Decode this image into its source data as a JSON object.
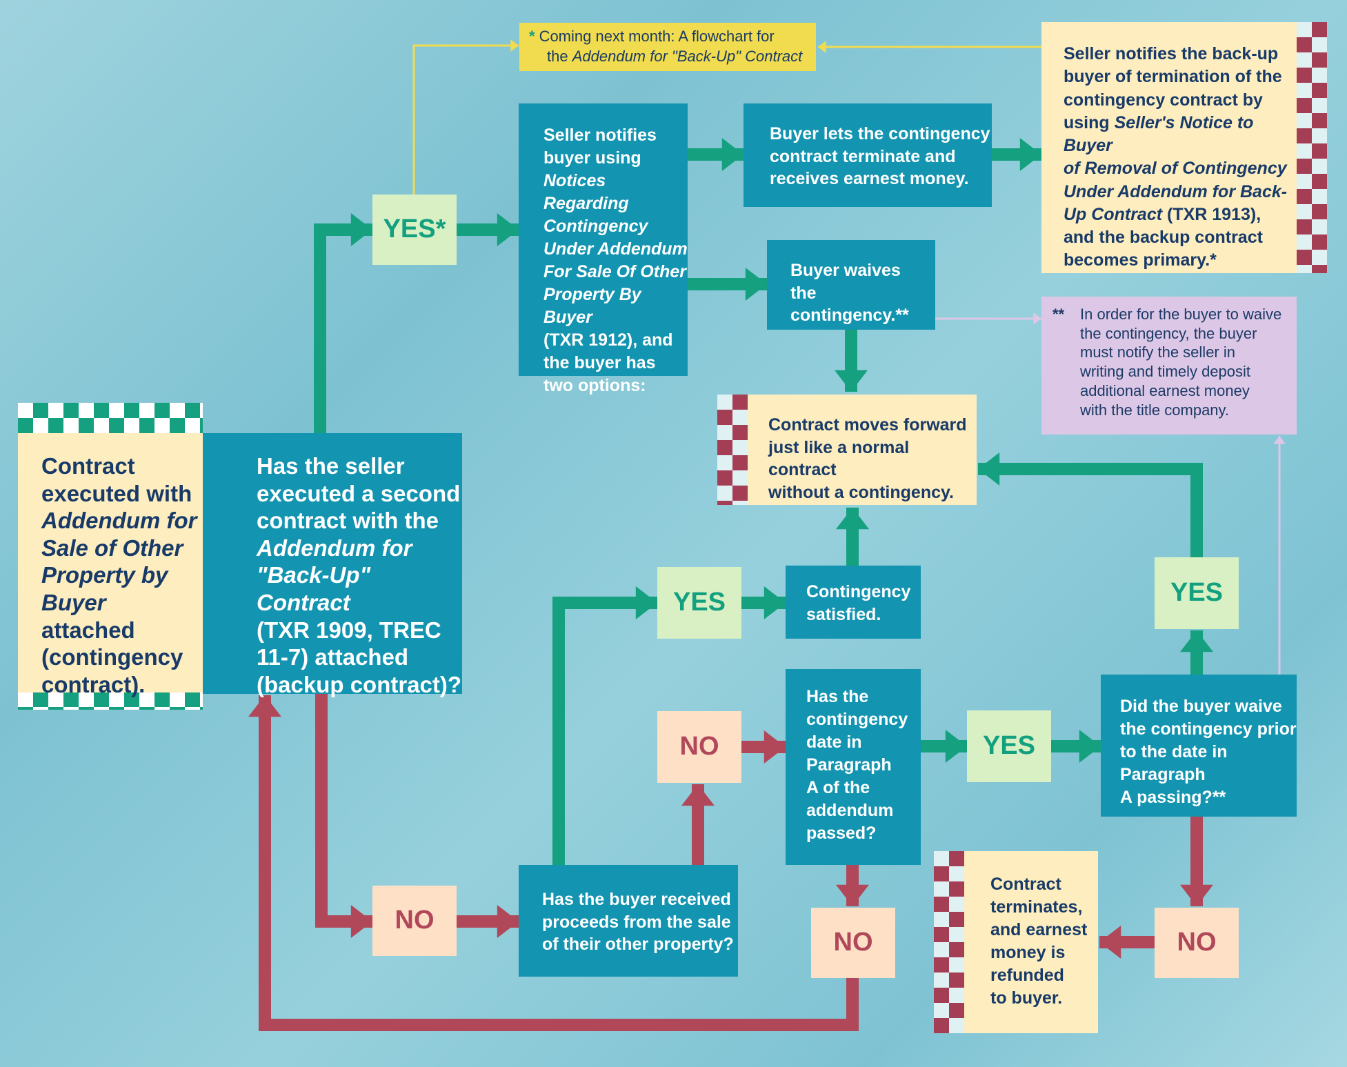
{
  "note_top": {
    "marker": "*",
    "text_a": "Coming next month: A flowchart for",
    "text_b": "the",
    "text_b_italic": "Addendum for \"Back-Up\" Contract"
  },
  "note_waive": {
    "marker": "**",
    "lines": [
      "In order for the buyer to waive",
      "the contingency, the buyer",
      "must notify the seller in",
      "writing and timely deposit",
      "additional earnest money",
      "with the title company."
    ]
  },
  "start_box": {
    "a": "Contract",
    "b": "executed with",
    "c_italic": "Addendum for",
    "d_italic": "Sale of Other",
    "e_italic": "Property by",
    "f_italic": "Buyer",
    "f": " attached",
    "g": "(contingency",
    "h": "contract)."
  },
  "q_second_contract": {
    "a": "Has the seller",
    "b": "executed a second",
    "c": "contract with the",
    "d_italic": "Addendum for",
    "e_italic": "\"Back-Up\" Contract",
    "f": "(TXR 1909, TREC",
    "g": "11-7) attached",
    "h": "(backup contract)?"
  },
  "seller_notifies": {
    "a": "Seller notifies",
    "b": "buyer using",
    "c_italic": "Notices Regarding",
    "d_italic": "Contingency",
    "e_italic": "Under Addendum",
    "f_italic": "For Sale Of Other",
    "g_italic": "Property By Buyer",
    "h": "(TXR 1912), and",
    "i": "the buyer has",
    "j": "two options:"
  },
  "buyer_lets": {
    "lines": [
      "Buyer lets the contingency",
      "contract terminate and",
      "receives earnest money."
    ]
  },
  "backup_primary": {
    "a": "Seller notifies the back-up",
    "b": "buyer of termination of the",
    "c": "contingency contract by",
    "d": "using ",
    "d_italic": "Seller's Notice to Buyer",
    "e_italic": "of Removal of Contingency",
    "f_italic": "Under Addendum for Back-",
    "g_italic": "Up Contract",
    "g": " (TXR 1913),",
    "h": "and the backup contract",
    "i": "becomes primary.*"
  },
  "buyer_waives": {
    "lines": [
      "Buyer waives",
      "the contingency.**"
    ]
  },
  "moves_forward": {
    "lines": [
      "Contract moves forward",
      "just like a normal contract",
      "without a contingency."
    ]
  },
  "contingency_satisfied": {
    "lines": [
      "Contingency",
      "satisfied."
    ]
  },
  "q_date_passed": {
    "lines": [
      "Has the",
      "contingency",
      "date in",
      "Paragraph",
      "A of the",
      "addendum",
      "passed?"
    ]
  },
  "q_buyer_waive": {
    "lines": [
      "Did the buyer waive",
      "the contingency prior",
      "to the date in Paragraph",
      "A passing?**"
    ]
  },
  "q_proceeds": {
    "lines": [
      "Has the buyer received",
      "proceeds from the sale",
      "of their other property?"
    ]
  },
  "terminates": {
    "lines": [
      "Contract",
      "terminates,",
      "and earnest",
      "money is",
      "refunded",
      "to buyer."
    ]
  },
  "labels": {
    "yes_star": "YES*",
    "no_main": "NO",
    "yes_proceeds": "YES",
    "no_proceeds": "NO",
    "yes_date": "YES",
    "no_date": "NO",
    "yes_waive": "YES",
    "no_waive": "NO"
  },
  "colors": {
    "teal_box": "#1394b0",
    "cream_box": "#fdedbf",
    "green_arrow": "#15a07f",
    "red_arrow": "#b0485a",
    "yellow_note": "#f0dc4e",
    "purple_note": "#dcc7e6"
  }
}
